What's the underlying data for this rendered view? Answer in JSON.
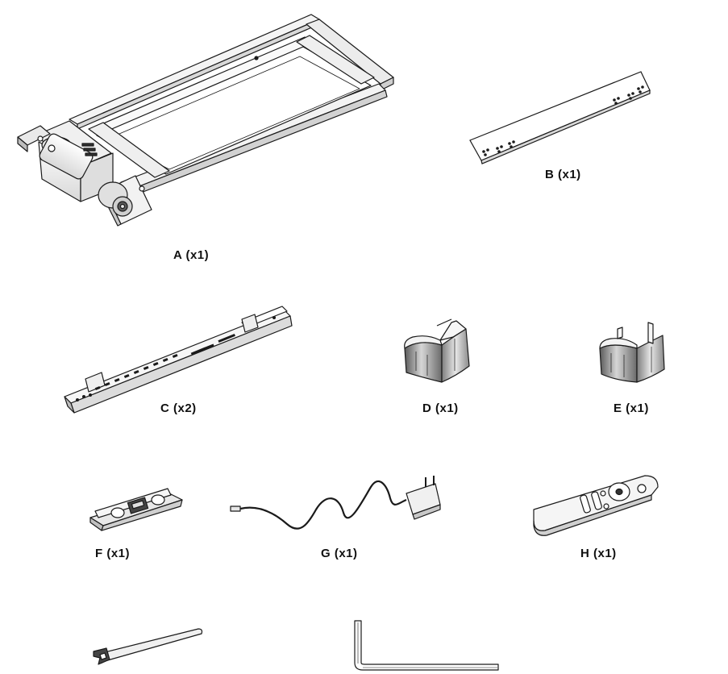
{
  "colors": {
    "line": "#1a1a1a",
    "fill_light": "#f2f2f2",
    "fill_mid": "#d9d9d9",
    "fill_dark": "#8c8c8c",
    "label": "#111111",
    "background": "#ffffff"
  },
  "parts": [
    {
      "id": "A",
      "label": "A (x1)",
      "icon": "frame-base-icon"
    },
    {
      "id": "B",
      "label": "B (x1)",
      "icon": "mounting-plate-icon"
    },
    {
      "id": "C",
      "label": "C (x2)",
      "icon": "side-bracket-icon"
    },
    {
      "id": "D",
      "label": "D (x1)",
      "icon": "cable-cover-icon"
    },
    {
      "id": "E",
      "label": "E (x1)",
      "icon": "cable-clip-icon"
    },
    {
      "id": "F",
      "label": "F (x1)",
      "icon": "spirit-level-icon"
    },
    {
      "id": "G",
      "label": "G (x1)",
      "icon": "power-adapter-icon"
    },
    {
      "id": "H",
      "label": "H (x1)",
      "icon": "remote-control-icon"
    },
    {
      "id": "I",
      "label": "",
      "icon": "velcro-strap-icon"
    },
    {
      "id": "J",
      "label": "",
      "icon": "allen-key-icon"
    }
  ]
}
